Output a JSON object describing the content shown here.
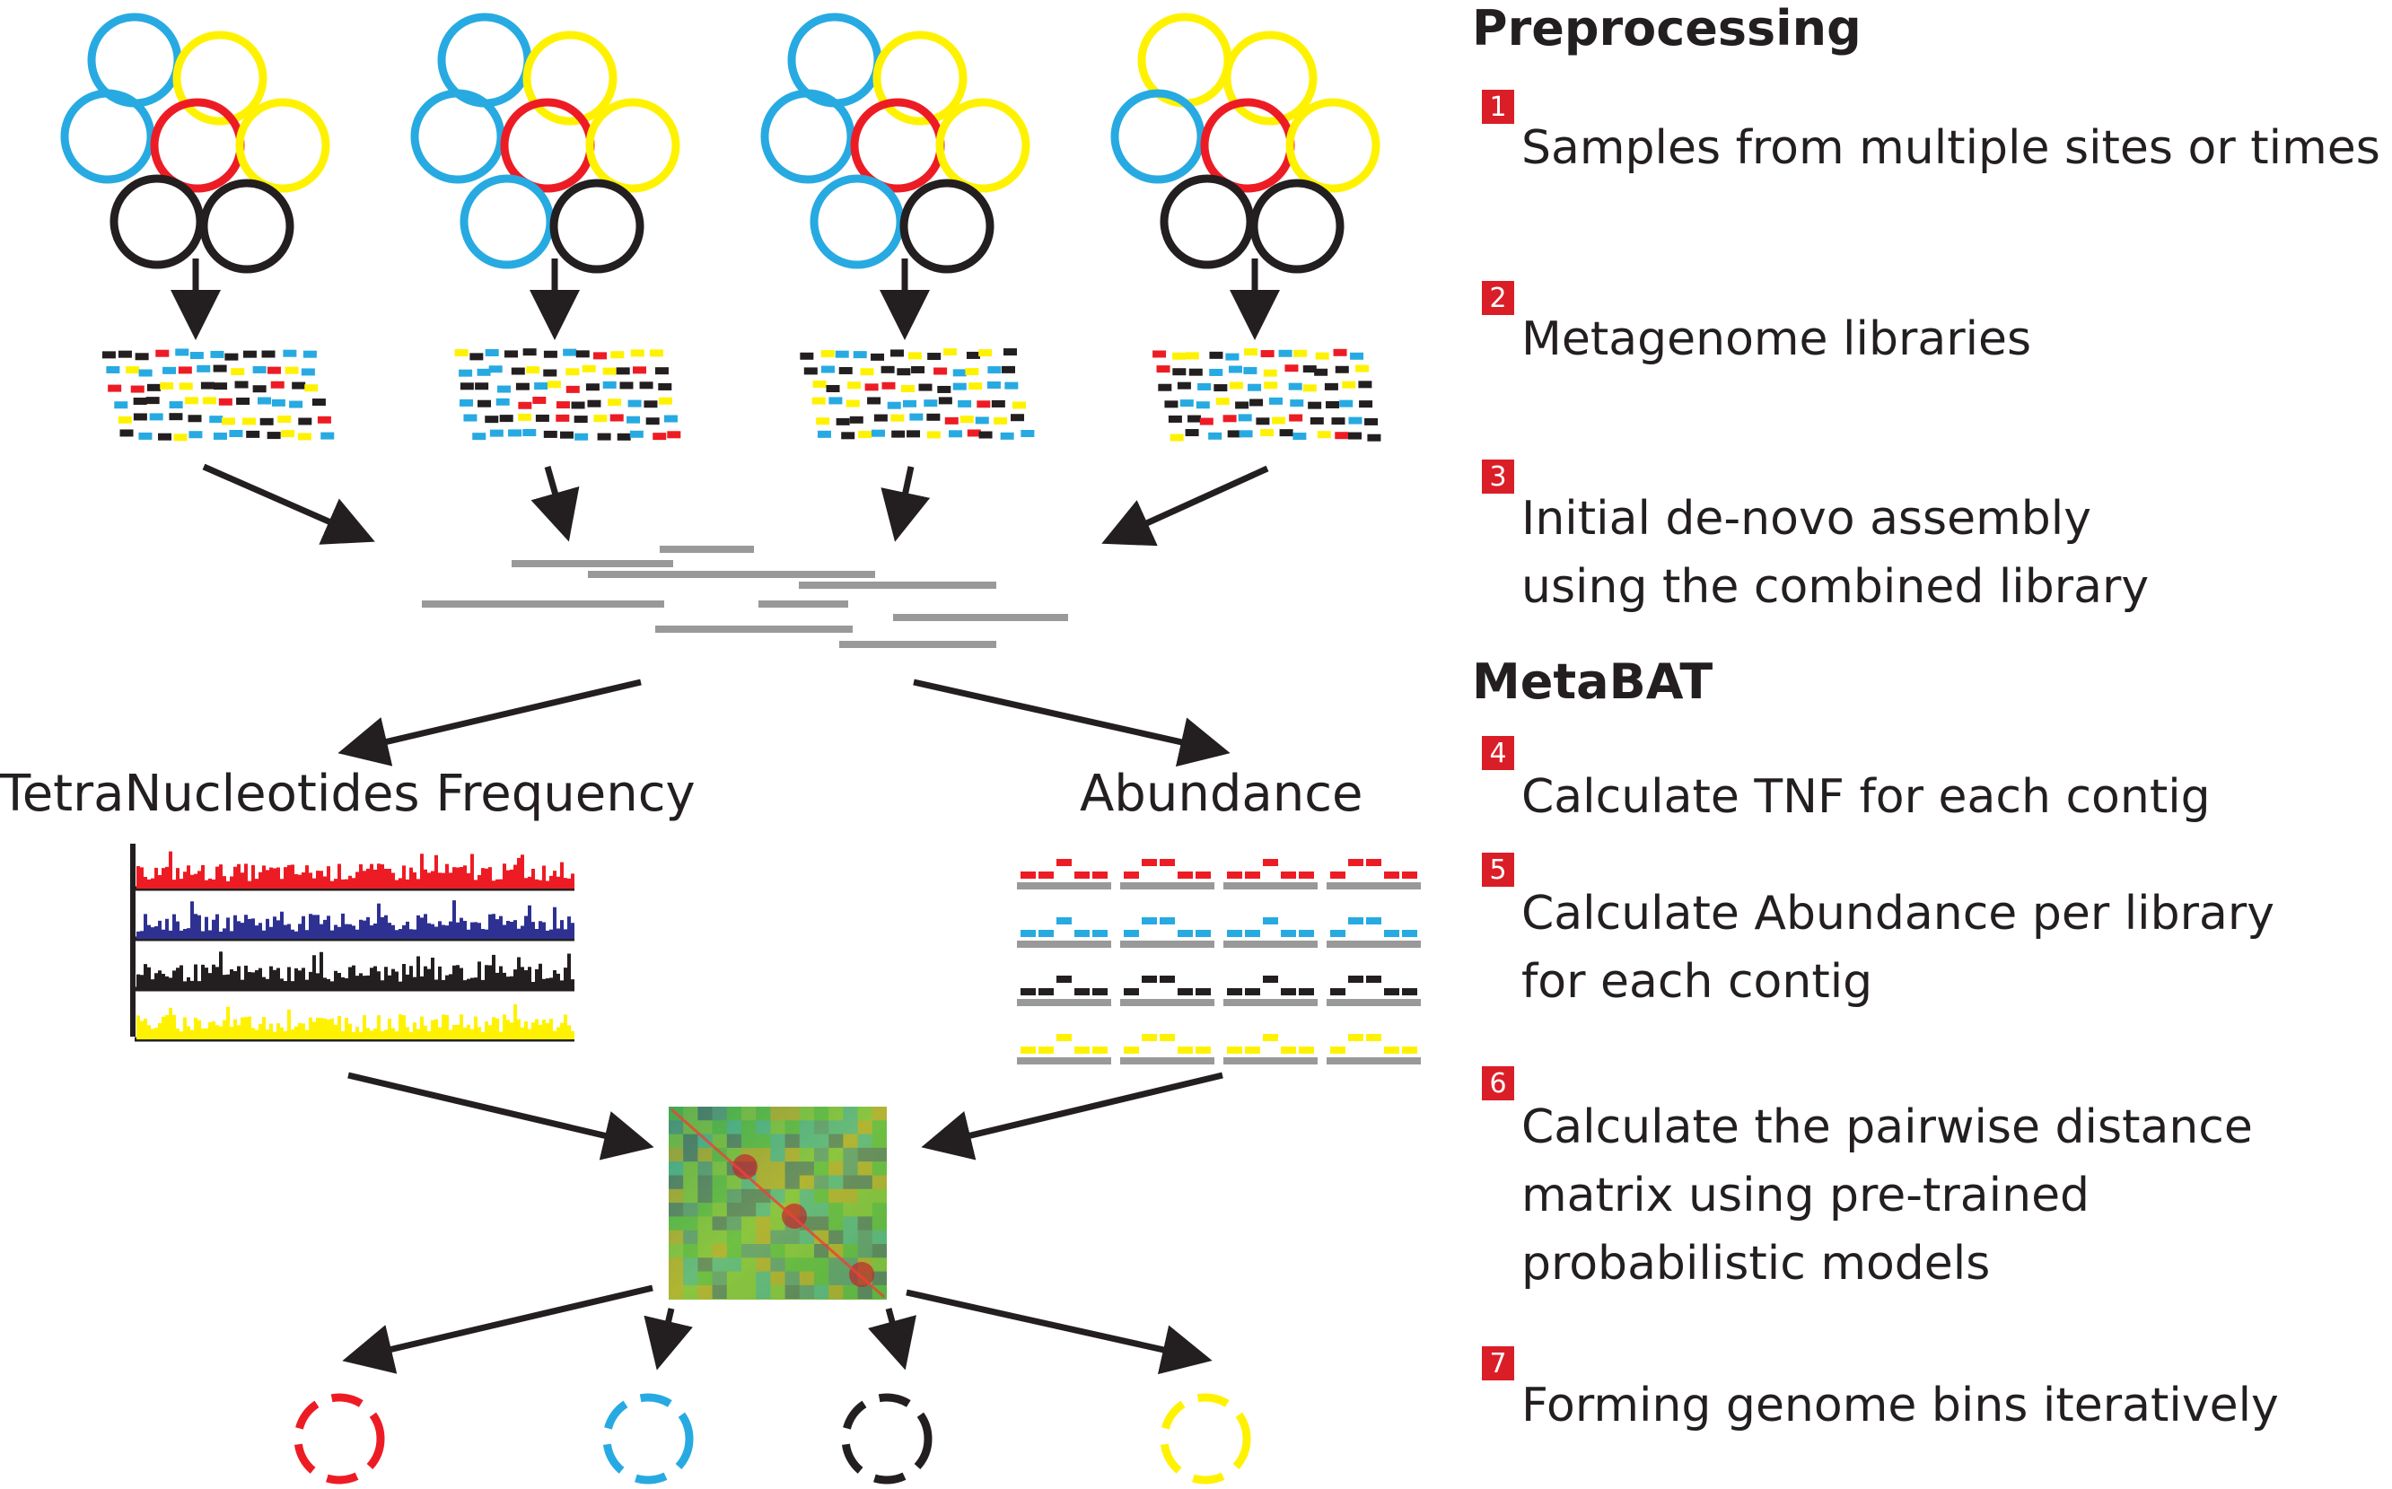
{
  "colors": {
    "blue": "#27aae1",
    "yellow": "#fff200",
    "red": "#ed1c24",
    "black": "#231f20",
    "dark_blue": "#2e3192",
    "gray": "#999999",
    "badge": "#da1e28"
  },
  "samples": [
    {
      "circles": [
        "blue",
        "yellow",
        "blue",
        "red",
        "yellow",
        "black",
        "black"
      ]
    },
    {
      "circles": [
        "blue",
        "yellow",
        "blue",
        "red",
        "yellow",
        "blue",
        "black"
      ]
    },
    {
      "circles": [
        "blue",
        "yellow",
        "blue",
        "red",
        "yellow",
        "blue",
        "black"
      ]
    },
    {
      "circles": [
        "yellow",
        "yellow",
        "blue",
        "red",
        "yellow",
        "black",
        "black"
      ]
    }
  ],
  "panels": {
    "tnf_title": "TetraNucleotides Frequency",
    "abundance_title": "Abundance"
  },
  "sections": {
    "preprocessing": "Preprocessing",
    "metabat": "MetaBAT"
  },
  "steps": [
    {
      "num": "1",
      "lines": [
        "Samples from multiple sites or times"
      ]
    },
    {
      "num": "2",
      "lines": [
        "Metagenome libraries"
      ]
    },
    {
      "num": "3",
      "lines": [
        "Initial de-novo assembly",
        "using the combined library"
      ]
    },
    {
      "num": "4",
      "lines": [
        "Calculate TNF for each contig"
      ]
    },
    {
      "num": "5",
      "lines": [
        "Calculate Abundance per library",
        "for each contig"
      ]
    },
    {
      "num": "6",
      "lines": [
        "Calculate the pairwise distance",
        "matrix using pre-trained",
        "probabilistic models"
      ]
    },
    {
      "num": "7",
      "lines": [
        "Forming genome bins iteratively"
      ]
    }
  ],
  "bins": [
    "red",
    "blue",
    "black",
    "yellow"
  ],
  "tnf_series": [
    "red",
    "dark_blue",
    "black",
    "yellow"
  ],
  "abundance_rows": [
    "red",
    "blue",
    "black",
    "yellow"
  ]
}
